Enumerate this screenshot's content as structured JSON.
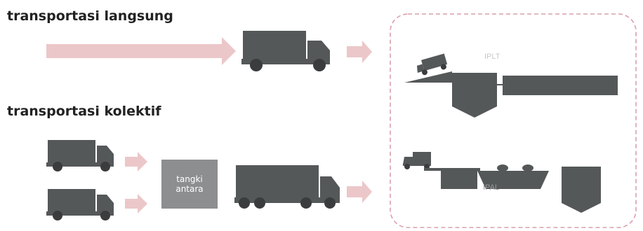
{
  "headings": {
    "direct": "transportasi langsung",
    "collective": "transportasi kolektif"
  },
  "buffer_tank": {
    "line1": "tangki",
    "line2": "antara"
  },
  "plants": {
    "iplt": "IPLT",
    "ipal": "IPAL"
  },
  "colors": {
    "arrow": "#ecc7c9",
    "vehicle": "#555859",
    "wheel": "#3a3c3d",
    "tank": "#8c8e8f",
    "dashed_border": "#d9a0ac"
  }
}
